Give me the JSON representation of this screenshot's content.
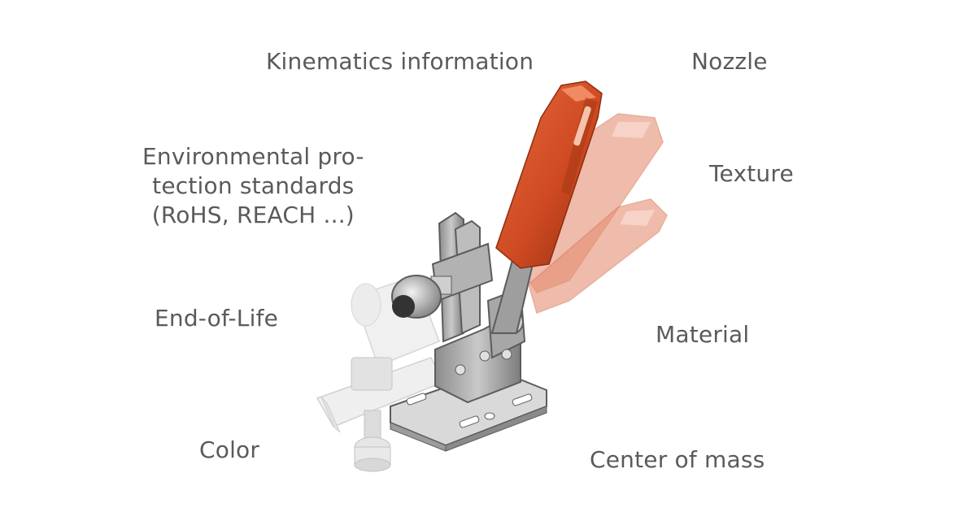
{
  "labels": {
    "kinematics": "Kinematics information",
    "nozzle": "Nozzle",
    "environmental": [
      "Environmental pro-",
      "tection standards",
      "(RoHS, REACH ...)"
    ],
    "texture": "Texture",
    "end_of_life": "End-of-Life",
    "material": "Material",
    "color": "Color",
    "center_of_mass": "Center of mass"
  },
  "colors": {
    "label_text": "#5a5a5a",
    "handle_primary": "#cf4a22",
    "handle_ghost": "#e58f74",
    "metal": "#a8a8a8",
    "metal_dark": "#5c5c5c",
    "ghost_metal": "#dcdcdc"
  },
  "illustration": {
    "subject": "toggle-clamp",
    "handle_states": 3
  }
}
